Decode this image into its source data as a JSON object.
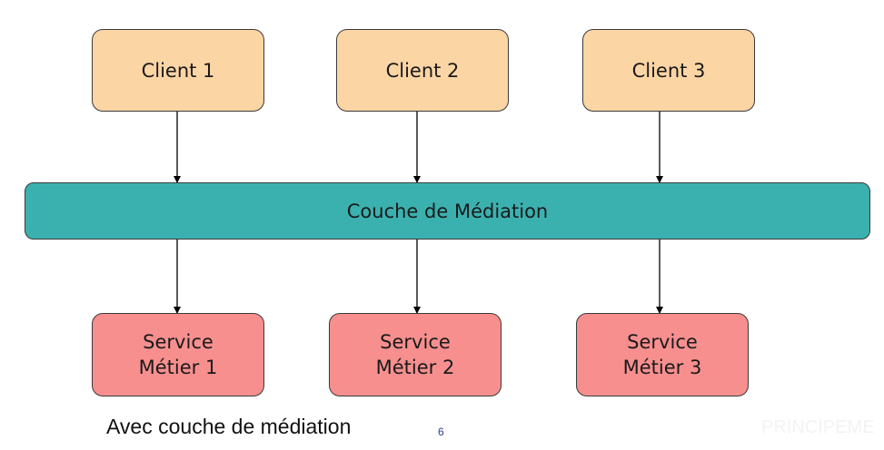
{
  "clients": [
    "Client 1",
    "Client 2",
    "Client 3"
  ],
  "mediation_label": "Couche de Médiation",
  "services": [
    {
      "line1": "Service",
      "line2": "Métier 1"
    },
    {
      "line1": "Service",
      "line2": "Métier 2"
    },
    {
      "line1": "Service",
      "line2": "Métier 3"
    }
  ],
  "caption": "Avec couche de médiation",
  "page_number": "6",
  "watermark": "PRINCIPEME",
  "colors": {
    "client_fill": "#fcd5a5",
    "mediation_fill": "#3bb1af",
    "service_fill": "#f78f8f",
    "arrow": "#000000"
  }
}
